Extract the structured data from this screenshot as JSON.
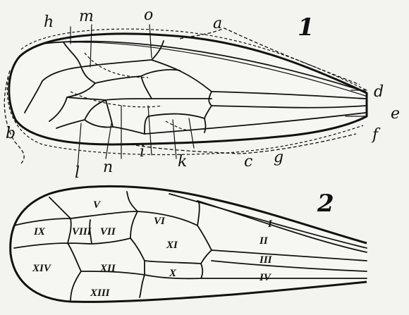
{
  "figure_1": {
    "number": "1",
    "labels": {
      "a": "a",
      "b": "b",
      "c": "c",
      "d": "d",
      "e": "e",
      "f": "f",
      "g": "g",
      "h": "h",
      "i": "i",
      "k": "k",
      "l": "l",
      "m": "m",
      "n": "n",
      "o": "o"
    }
  },
  "figure_2": {
    "number": "2",
    "cells": {
      "I": "I",
      "II": "II",
      "III": "III",
      "IV": "IV",
      "V": "V",
      "VI": "VI",
      "VII": "VII",
      "VIII": "VIII",
      "IX": "IX",
      "X": "X",
      "XI": "XI",
      "XII": "XII",
      "XIII": "XIII",
      "XIV": "XIV"
    }
  }
}
